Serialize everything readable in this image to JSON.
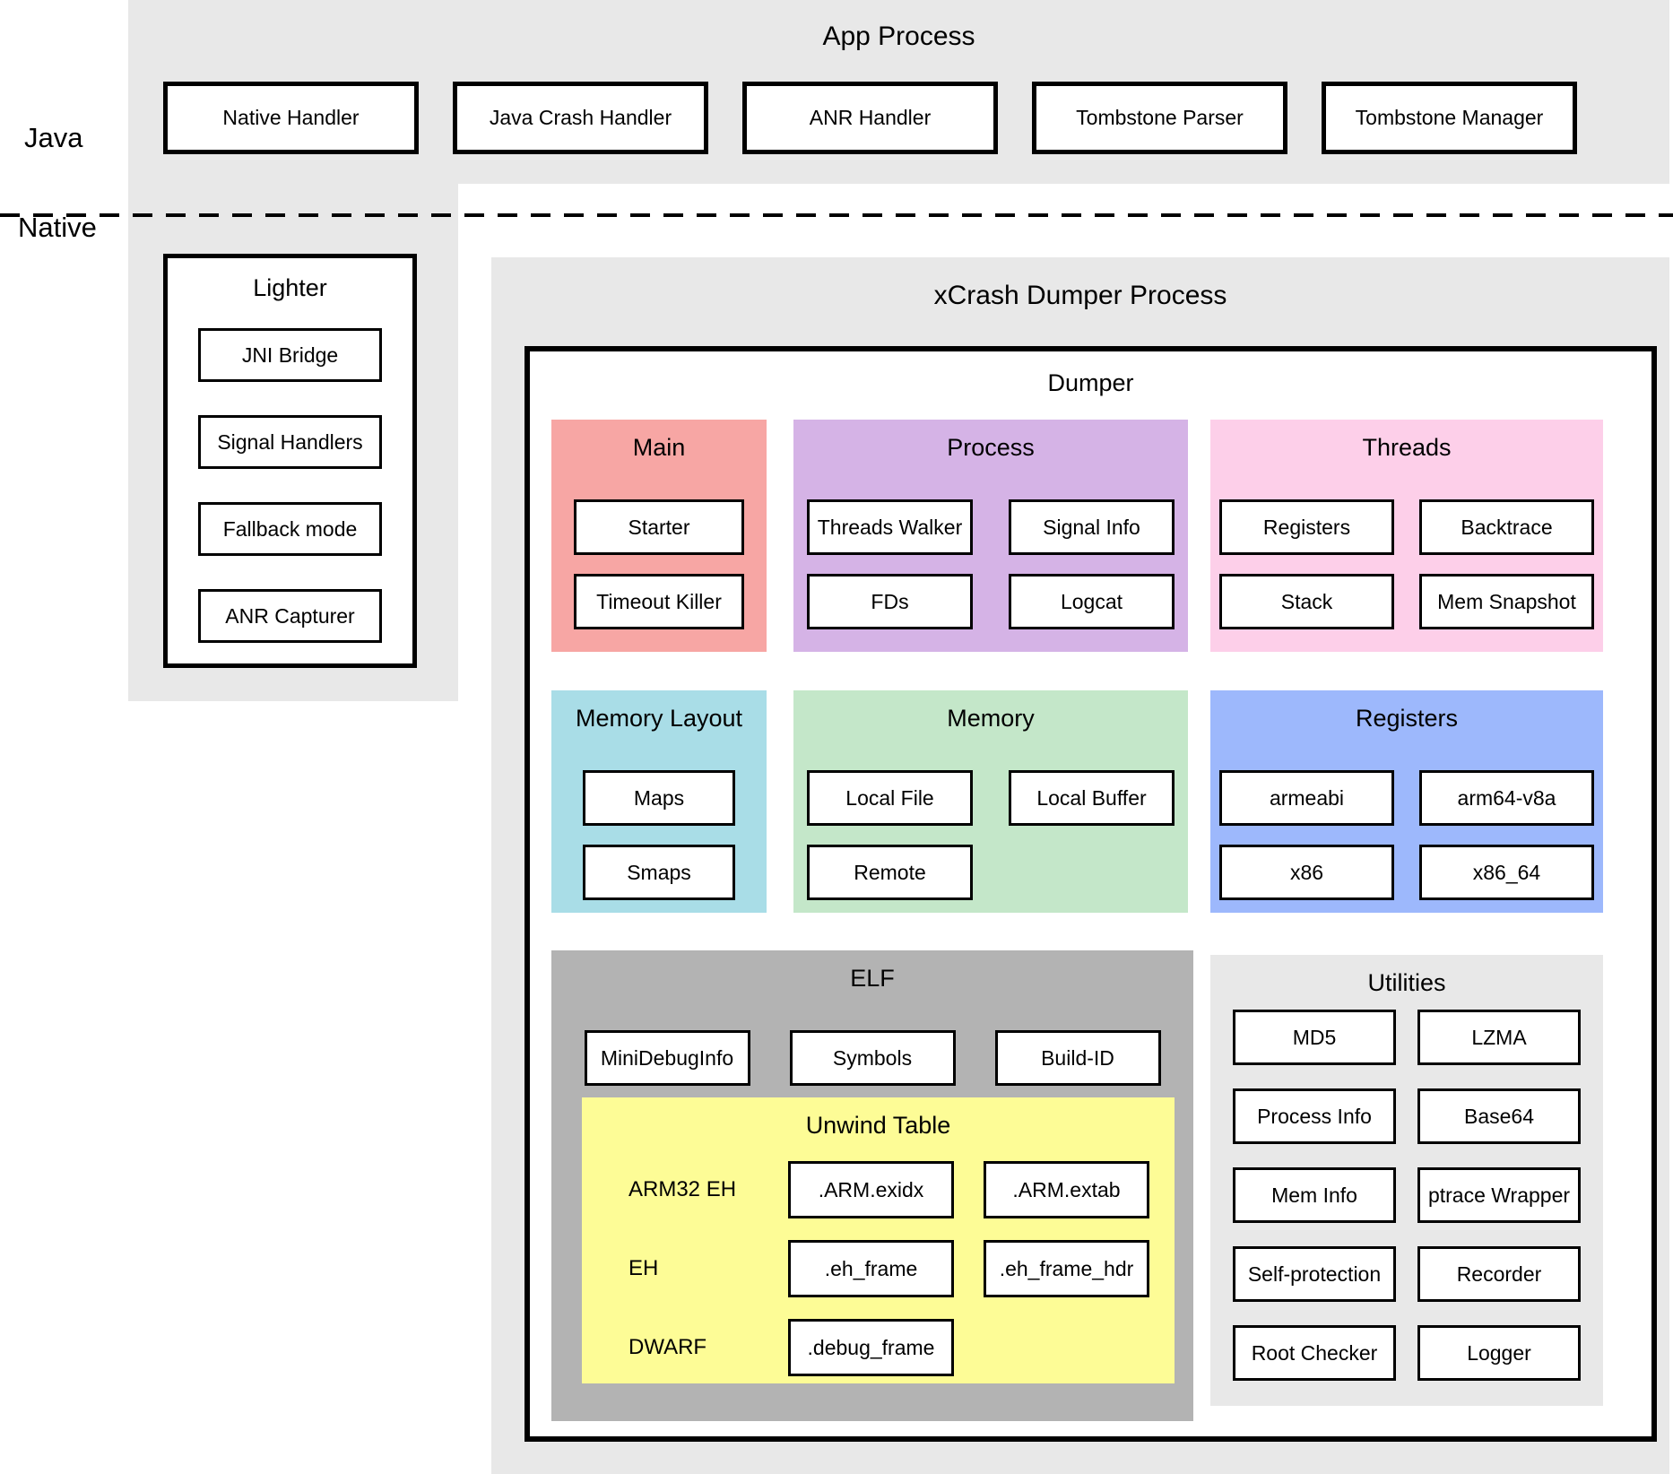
{
  "side": {
    "java": "Java",
    "native": "Native"
  },
  "app_process": {
    "title": "App Process",
    "boxes": [
      "Native Handler",
      "Java Crash Handler",
      "ANR Handler",
      "Tombstone Parser",
      "Tombstone Manager"
    ]
  },
  "lighter": {
    "title": "Lighter",
    "boxes": [
      "JNI Bridge",
      "Signal Handlers",
      "Fallback mode",
      "ANR Capturer"
    ]
  },
  "xcrash": {
    "title": "xCrash Dumper Process"
  },
  "dumper": {
    "title": "Dumper"
  },
  "panels": {
    "main": {
      "title": "Main",
      "color": "#f7a6a4",
      "boxes": [
        "Starter",
        "Timeout Killer"
      ]
    },
    "process": {
      "title": "Process",
      "color": "#d5b3e6",
      "boxes": [
        "Threads Walker",
        "Signal Info",
        "FDs",
        "Logcat"
      ]
    },
    "threads": {
      "title": "Threads",
      "color": "#fdcfe9",
      "boxes": [
        "Registers",
        "Backtrace",
        "Stack",
        "Mem Snapshot"
      ]
    },
    "memory_layout": {
      "title": "Memory Layout",
      "color": "#a9dde7",
      "boxes": [
        "Maps",
        "Smaps"
      ]
    },
    "memory": {
      "title": "Memory",
      "color": "#c4e7c9",
      "boxes": [
        "Local File",
        "Local Buffer",
        "Remote"
      ]
    },
    "registers": {
      "title": "Registers",
      "color": "#9db8fc",
      "boxes": [
        "armeabi",
        "arm64-v8a",
        "x86",
        "x86_64"
      ]
    },
    "elf": {
      "title": "ELF",
      "color": "#b3b3b3",
      "boxes": [
        "MiniDebugInfo",
        "Symbols",
        "Build-ID"
      ]
    },
    "unwind": {
      "title": "Unwind Table",
      "color": "#fdfc96",
      "rows": [
        {
          "label": "ARM32 EH",
          "boxes": [
            ".ARM.exidx",
            ".ARM.extab"
          ]
        },
        {
          "label": "EH",
          "boxes": [
            ".eh_frame",
            ".eh_frame_hdr"
          ]
        },
        {
          "label": "DWARF",
          "boxes": [
            ".debug_frame"
          ]
        }
      ]
    },
    "utilities": {
      "title": "Utilities",
      "color": "#e8e8e8",
      "boxes": [
        "MD5",
        "LZMA",
        "Process Info",
        "Base64",
        "Mem Info",
        "ptrace Wrapper",
        "Self-protection",
        "Recorder",
        "Root Checker",
        "Logger"
      ]
    }
  }
}
